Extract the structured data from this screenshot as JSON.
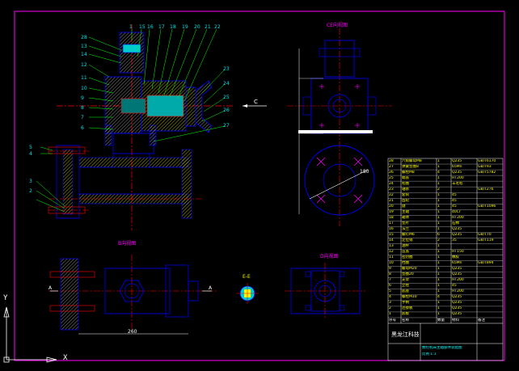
{
  "views": {
    "top_right_title": "CE向视图",
    "bottom_left_title": "B向视图",
    "bottom_right_title": "D向视图",
    "detail_label": "E-E",
    "arrow_c": "C",
    "section_a_left": "A",
    "section_a_right": "A"
  },
  "dimensions": {
    "bottom_width": "260",
    "flange_dim": "180"
  },
  "ucs": {
    "x_axis": "X",
    "y_axis": "Y"
  },
  "title_block": {
    "school": "黑龙江科技学院",
    "drawing_title": "数控机床主轴部件装配图",
    "scale_label": "比例 1:1",
    "rows": [
      [
        "28",
        "六角螺母M8",
        "1",
        "Q235",
        "GB/T6170"
      ],
      [
        "27",
        "弹簧垫圈8",
        "1",
        "65Mn",
        "GB/T93"
      ],
      [
        "26",
        "螺栓M8",
        "4",
        "Q235",
        "GB/T5782"
      ],
      [
        "25",
        "端盖",
        "1",
        "HT200",
        ""
      ],
      [
        "24",
        "毡圈",
        "1",
        "羊毛毡",
        ""
      ],
      [
        "23",
        "轴承",
        "2",
        "",
        "GB/T276"
      ],
      [
        "22",
        "套筒",
        "1",
        "45",
        ""
      ],
      [
        "21",
        "齿轮",
        "1",
        "45",
        ""
      ],
      [
        "20",
        "键",
        "1",
        "45",
        "GB/T1096"
      ],
      [
        "19",
        "主轴",
        "1",
        "40Cr",
        ""
      ],
      [
        "18",
        "箱体",
        "1",
        "HT200",
        ""
      ],
      [
        "17",
        "垫片",
        "1",
        "石棉",
        ""
      ],
      [
        "16",
        "法兰",
        "1",
        "Q235",
        ""
      ],
      [
        "15",
        "螺钉M6",
        "6",
        "Q235",
        "GB/T70"
      ],
      [
        "14",
        "定位销",
        "2",
        "35",
        "GB/T119"
      ],
      [
        "13",
        "油杯",
        "1",
        "",
        ""
      ],
      [
        "12",
        "压盖",
        "1",
        "HT150",
        ""
      ],
      [
        "11",
        "密封圈",
        "1",
        "橡胶",
        ""
      ],
      [
        "10",
        "挡圈",
        "1",
        "65Mn",
        "GB/T894"
      ],
      [
        "9",
        "螺母M20",
        "1",
        "Q235",
        ""
      ],
      [
        "8",
        "垫圈20",
        "1",
        "Q235",
        ""
      ],
      [
        "7",
        "支架",
        "1",
        "HT200",
        ""
      ],
      [
        "6",
        "立柱",
        "1",
        "45",
        ""
      ],
      [
        "5",
        "底座",
        "1",
        "HT200",
        ""
      ],
      [
        "4",
        "螺栓M10",
        "4",
        "Q235",
        ""
      ],
      [
        "3",
        "手柄",
        "1",
        "Q235",
        ""
      ],
      [
        "2",
        "连接板",
        "1",
        "Q235",
        ""
      ],
      [
        "1",
        "底板",
        "1",
        "Q235",
        ""
      ]
    ],
    "header": [
      "序号",
      "名称",
      "数量",
      "材料",
      "备注"
    ]
  },
  "callouts_left": [
    "28",
    "13",
    "14",
    "12",
    "11",
    "10",
    "9",
    "8",
    "7",
    "6",
    "5",
    "4",
    "3",
    "2"
  ],
  "callouts_top": [
    "1",
    "15",
    "16",
    "17",
    "18",
    "19",
    "20",
    "21",
    "22"
  ],
  "callouts_right": [
    "23",
    "24",
    "25",
    "26",
    "27"
  ],
  "colors": {
    "background": "#000000",
    "border": "#ff00ff",
    "outline": "#0000ff",
    "centerline": "#ff0000",
    "hatch": "#ffff00",
    "section_fill": "#00cccc",
    "text": "#00ffff",
    "leader": "#00ff00"
  }
}
